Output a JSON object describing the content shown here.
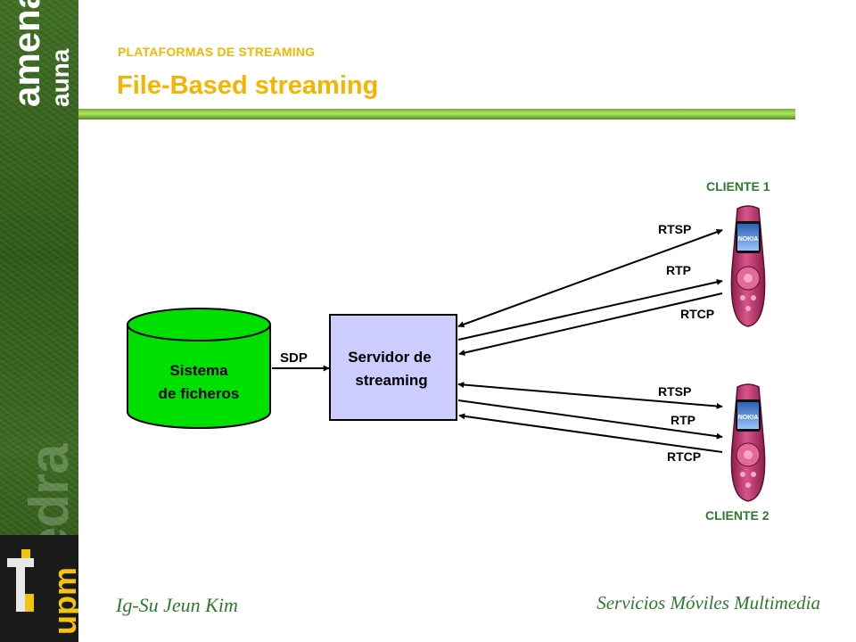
{
  "branding": {
    "catedra": "cátedra",
    "amena": "amena",
    "auna": "auna",
    "upm": "upm",
    "colors": {
      "sidebar": "#3f6f24",
      "upm_yellow": "#f2c40f",
      "title_yellow": "#f4b400"
    }
  },
  "header": {
    "subtitle": "PLATAFORMAS DE STREAMING",
    "title": "File-Based streaming"
  },
  "diagram": {
    "database_label": [
      "Sistema",
      "de ficheros"
    ],
    "sdp_label": "SDP",
    "server_label": [
      "Servidor de",
      "streaming"
    ],
    "client1": {
      "label": "CLIENTE 1",
      "rtsp": "RTSP",
      "rtp": "RTP",
      "rtcp": "RTCP"
    },
    "client2": {
      "label": "CLIENTE 2",
      "rtsp": "RTSP",
      "rtp": "RTP",
      "rtcp": "RTCP"
    },
    "phone_brand": "NOKIA",
    "colors": {
      "database": "#00e000",
      "server": "#ccccff",
      "phone": "#c8326e"
    }
  },
  "footer": {
    "author": "Ig-Su Jeun Kim",
    "course": "Servicios Móviles Multimedia"
  }
}
